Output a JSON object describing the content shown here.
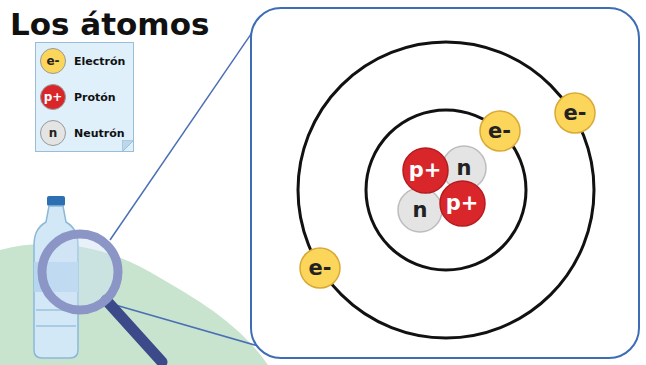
{
  "diagram": {
    "title": "Los átomos",
    "nodes": [
      {
        "text": [
          "e-"
        ]
      },
      {
        "text": [
          "e-"
        ]
      },
      {
        "text": [
          "p+"
        ]
      },
      {
        "text": [
          "n"
        ]
      },
      {
        "text": [
          "n"
        ]
      },
      {
        "text": [
          "p+"
        ]
      },
      {
        "text": [
          "e-"
        ]
      }
    ],
    "labels": [
      "e-",
      "p+",
      "n"
    ],
    "legend": [
      {
        "text": "Electrón",
        "color": "#fcd55b"
      },
      {
        "text": "Protón",
        "color": "#d9262b"
      },
      {
        "text": "Neutrón",
        "color": "#e4e4e4"
      }
    ]
  }
}
